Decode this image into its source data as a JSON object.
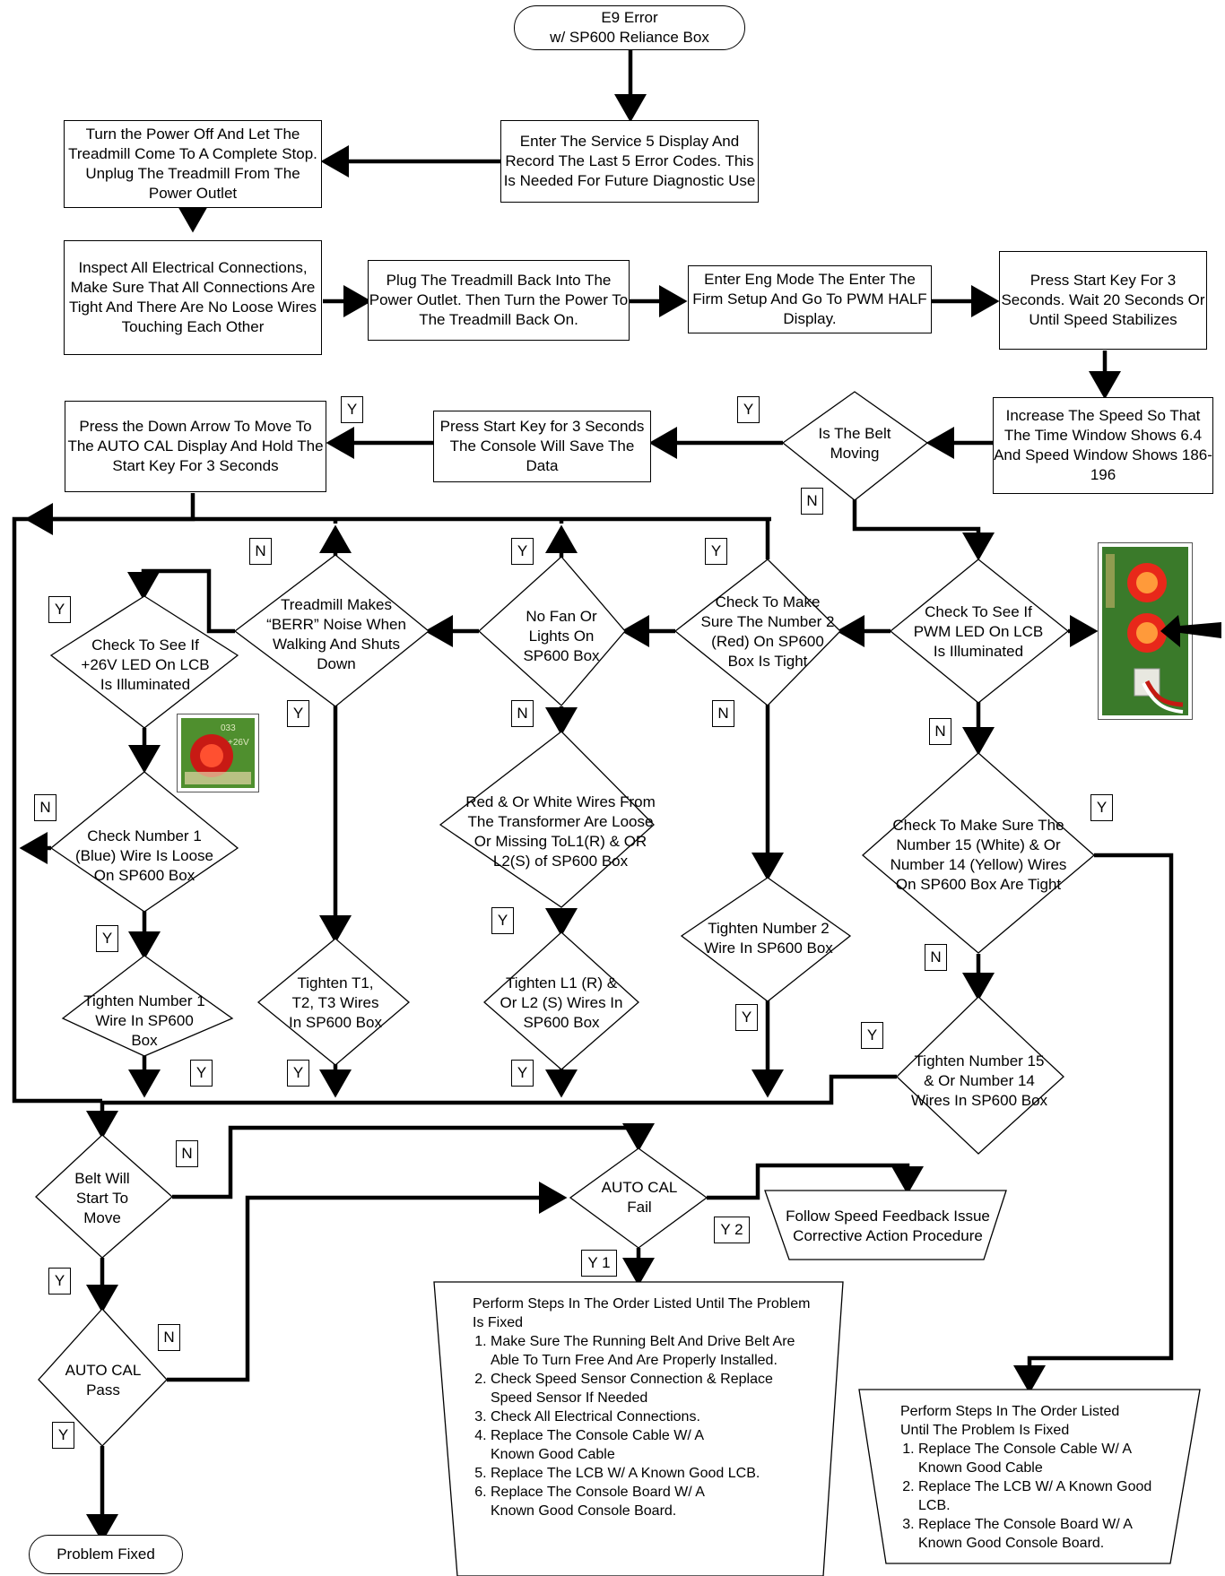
{
  "start": "E9 Error\nw/ SP600 Reliance Box",
  "steps": {
    "service5": "Enter The Service 5 Display And Record The Last 5 Error Codes. This Is Needed For Future Diagnostic Use",
    "power_off": "Turn the Power Off And Let The Treadmill Come To A Complete Stop.  Unplug The Treadmill From The Power Outlet",
    "inspect": "Inspect All Electrical Connections, Make Sure  That All Connections Are Tight And There Are No Loose Wires Touching Each Other",
    "plug_in": "Plug The Treadmill Back Into The Power Outlet.  Then Turn the Power To The Treadmill Back On.",
    "eng_mode": "Enter Eng Mode The Enter The Firm Setup And Go To PWM HALF Display.",
    "press_start": "Press Start Key For 3 Seconds.  Wait 20 Seconds Or Until Speed Stabilizes",
    "increase_speed": "Increase The Speed So That The Time Window Shows 6.4 And Speed Window Shows 186-196",
    "save_data": "Press Start Key for 3 Seconds The Console Will Save The Data",
    "down_arrow": "Press the Down Arrow To Move To The AUTO CAL Display And Hold The Start Key For 3 Seconds"
  },
  "decisions": {
    "belt_moving": "Is The Belt Moving",
    "pwm_led": "Check To See If PWM LED On LCB Is Illuminated",
    "red_wire": "Check To Make Sure The Number 2 (Red) On SP600 Box Is Tight",
    "no_fan": "No Fan Or Lights On SP600 Box",
    "berr": "Treadmill Makes “BERR” Noise When Walking And Shuts Down",
    "led26": "Check To See If +26V LED On LCB Is Illuminated",
    "blue_wire": "Check Number 1 (Blue) Wire Is Loose On SP600 Box",
    "transformer": "Red & Or White Wires From The Transformer Are Loose Or Missing ToL1(R) & OR L2(S) of SP600 Box",
    "white_yellow": "Check To Make Sure The Number 15 (White) & Or Number 14 (Yellow) Wires On SP600 Box Are Tight",
    "belt_start": "Belt Will Start To Move",
    "autocal_pass": "AUTO CAL Pass",
    "autocal_fail": "AUTO CAL Fail"
  },
  "actions": {
    "tighten1": "Tighten Number 1 Wire In SP600 Box",
    "tighten_t": "Tighten T1, T2, T3 Wires In SP600 Box",
    "tighten_l": "Tighten L1 (R) & Or L2 (S) Wires In SP600 Box",
    "tighten2": "Tighten Number 2 Wire In SP600 Box",
    "tighten15": "Tighten Number 15 & Or Number 14 Wires In SP600 Box"
  },
  "speed_feedback": "Follow Speed Feedback Issue Corrective Action Procedure",
  "problem_fixed": "Problem Fixed",
  "procedure_left": {
    "intro": "Perform Steps In The Order Listed Until The Problem Is Fixed",
    "items": [
      "Make Sure The Running Belt And Drive Belt Are Able To Turn Free And Are Properly Installed.",
      "Check Speed Sensor Connection & Replace Speed Sensor If Needed",
      "Check All Electrical Connections.",
      "Replace The Console Cable W/ A Known Good Cable",
      "Replace The LCB W/ A Known Good LCB.",
      "Replace The Console Board W/ A Known Good Console Board."
    ]
  },
  "procedure_right": {
    "intro": "Perform Steps In The Order Listed Until The Problem Is Fixed",
    "items": [
      "Replace The Console Cable W/ A Known Good Cable",
      "Replace The LCB W/ A Known Good LCB.",
      "Replace The Console Board W/ A Known Good Console Board."
    ]
  },
  "labels": {
    "y": "Y",
    "n": "N",
    "y1": "Y 1",
    "y2": "Y 2"
  },
  "photos": {
    "pwm_led_photo": "PWM LED photo",
    "led26_photo": "+26V LED photo",
    "led26_text": "033\n+26V"
  },
  "colors": {
    "line": "#000000",
    "led_red": "#e8281a",
    "pcb_green": "#3a7a2a"
  }
}
